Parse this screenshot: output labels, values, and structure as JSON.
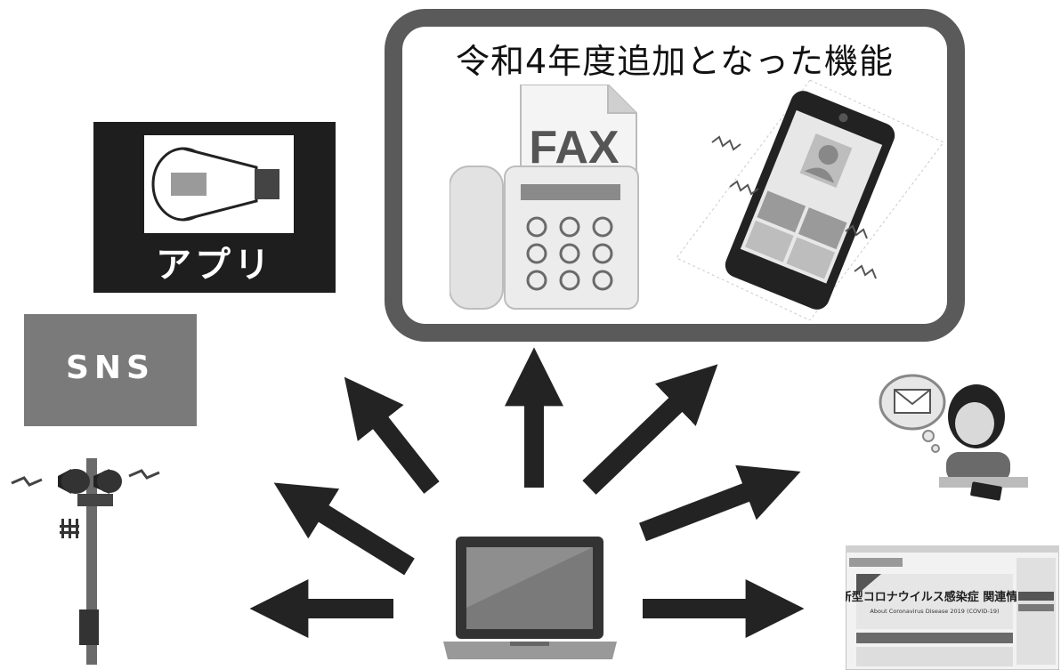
{
  "new_features": {
    "title": "令和4年度追加となった機能",
    "fax_label": "FAX"
  },
  "channels": {
    "app_label": "アプリ",
    "sns_label": "SNS"
  },
  "website": {
    "title": "新型コロナウイルス感染症 関連情報",
    "subtitle": "About Coronavirus Disease 2019 (COVID-19)"
  },
  "colors": {
    "arrow": "#232323",
    "box_border": "#5a5a5a",
    "app_tile": "#1e1e1e",
    "sns_tile": "#7a7a7a"
  },
  "icons": [
    "megaphone-icon",
    "fax-machine-icon",
    "smartphone-icon",
    "laptop-icon",
    "speaker-tower-icon",
    "mail-user-icon",
    "website-screenshot"
  ]
}
